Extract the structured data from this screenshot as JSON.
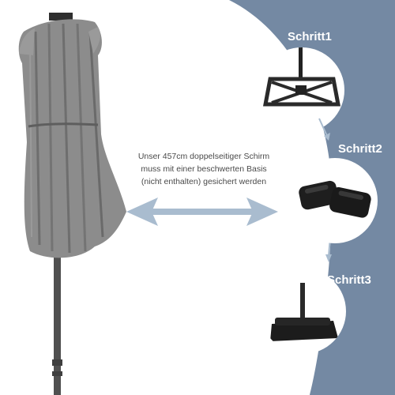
{
  "colors": {
    "panel": "#7489a3",
    "arrow": "#a9bccf",
    "canopy": "#8a8a8a",
    "pole": "#555555",
    "text": "#4a4a4a",
    "label": "#ffffff"
  },
  "note": {
    "line1": "Unser 457cm doppelseitiger Schirm",
    "line2": "muss mit einer beschwerten Basis",
    "line3": "(nicht enthalten) gesichert werden"
  },
  "steps": [
    {
      "label": "Schritt1",
      "icon": "base-frame-icon"
    },
    {
      "label": "Schritt2",
      "icon": "weight-bags-icon"
    },
    {
      "label": "Schritt3",
      "icon": "weighted-base-icon"
    }
  ]
}
